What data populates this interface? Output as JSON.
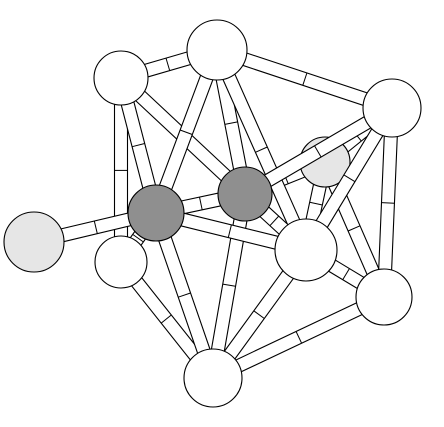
{
  "diagram": {
    "kind": "ball-and-stick cluster model",
    "colors": {
      "background": "#ffffff",
      "stroke": "#000000",
      "bond_fill": "#ffffff",
      "atom_white": "#ffffff",
      "atom_dark": "#8f8f8f",
      "atom_light": "#e6e6e6"
    },
    "atoms": [
      {
        "id": "a0",
        "shade": "white"
      },
      {
        "id": "a1",
        "shade": "white"
      },
      {
        "id": "a2",
        "shade": "white"
      },
      {
        "id": "a3",
        "shade": "light"
      },
      {
        "id": "a4",
        "shade": "dark"
      },
      {
        "id": "a5",
        "shade": "dark"
      },
      {
        "id": "a6",
        "shade": "white"
      },
      {
        "id": "a7",
        "shade": "white"
      },
      {
        "id": "a8",
        "shade": "white"
      },
      {
        "id": "a9",
        "shade": "light"
      },
      {
        "id": "a10",
        "shade": "white"
      },
      {
        "id": "a11",
        "shade": "white"
      }
    ],
    "bonds": [
      [
        "a0",
        "a1"
      ],
      [
        "a1",
        "a2"
      ],
      [
        "a0",
        "a4"
      ],
      [
        "a0",
        "a10"
      ],
      [
        "a0",
        "a5"
      ],
      [
        "a1",
        "a4"
      ],
      [
        "a1",
        "a5"
      ],
      [
        "a1",
        "a8"
      ],
      [
        "a2",
        "a3"
      ],
      [
        "a2",
        "a7"
      ],
      [
        "a2",
        "a8"
      ],
      [
        "a2",
        "a5"
      ],
      [
        "a9",
        "a4"
      ],
      [
        "a10",
        "a4"
      ],
      [
        "a4",
        "a5"
      ],
      [
        "a4",
        "a8"
      ],
      [
        "a4",
        "a6"
      ],
      [
        "a5",
        "a8"
      ],
      [
        "a5",
        "a6"
      ],
      [
        "a3",
        "a7"
      ],
      [
        "a3",
        "a8"
      ],
      [
        "a8",
        "a7"
      ],
      [
        "a8",
        "a6"
      ],
      [
        "a7",
        "a6"
      ],
      [
        "a10",
        "a6"
      ],
      [
        "a3",
        "a5"
      ]
    ]
  }
}
